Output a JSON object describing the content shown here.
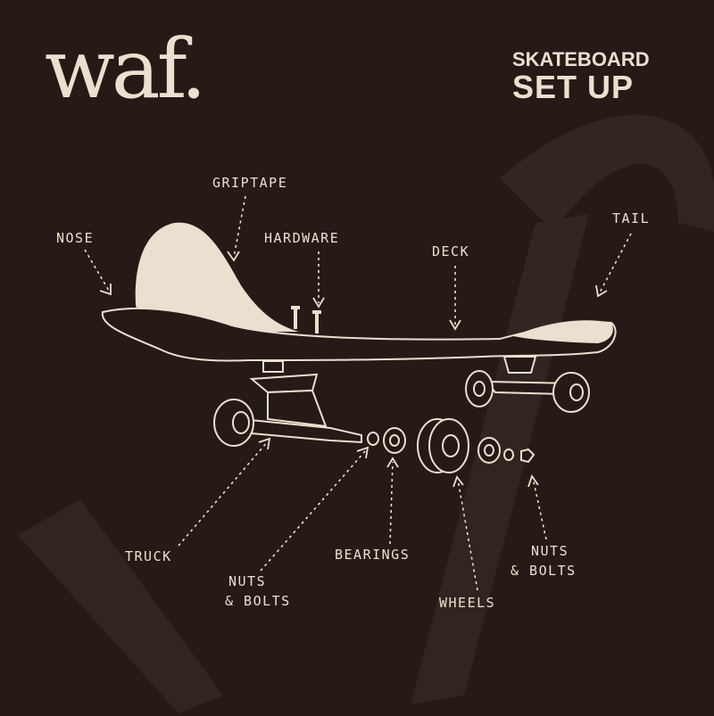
{
  "brand": {
    "logo": "waf."
  },
  "title": {
    "line1": "SKATEBOARD",
    "line2": "SET UP"
  },
  "labels": {
    "griptape": "GRIPTAPE",
    "nose": "NOSE",
    "hardware": "HARDWARE",
    "deck": "DECK",
    "tail": "TAIL",
    "truck": "TRUCK",
    "nuts_bolts_left_1": "NUTS",
    "nuts_bolts_left_2": "& BOLTS",
    "bearings": "BEARINGS",
    "wheels": "WHEELS",
    "nuts_bolts_right_1": "NUTS",
    "nuts_bolts_right_2": "& BOLTS"
  },
  "colors": {
    "background": "#261a17",
    "foreground": "#ebe0cf"
  }
}
